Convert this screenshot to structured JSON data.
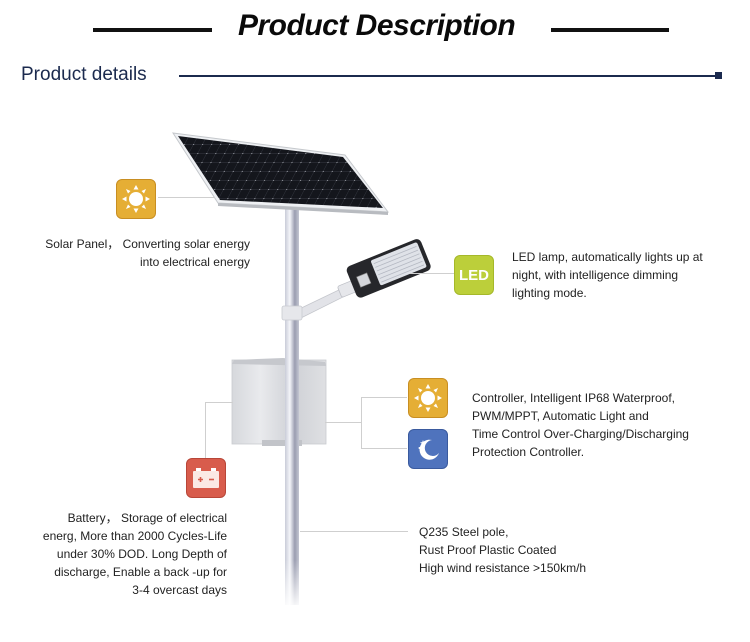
{
  "header": {
    "title": "Product Description",
    "section_title": "Product details"
  },
  "colors": {
    "navy": "#1b2a4e",
    "sun_tile": "#e5ae35",
    "moon_tile": "#4f73bd",
    "led_tile": "#bccf3a",
    "battery_tile": "#d85c4c"
  },
  "callouts": {
    "solar_panel": {
      "icon": "sun-icon",
      "lines": [
        "Solar Panel， Converting solar energy",
        "into electrical energy"
      ]
    },
    "led_lamp": {
      "icon": "led-icon",
      "icon_label": "LED",
      "lines": [
        "LED lamp, automatically lights up at",
        "night, with intelligence dimming",
        "lighting mode."
      ]
    },
    "controller": {
      "icons": [
        "sun-icon",
        "moon-icon"
      ],
      "lines": [
        "Controller, Intelligent IP68 Waterproof,",
        "PWM/MPPT, Automatic Light and",
        "Time Control Over-Charging/Discharging",
        "Protection Controller."
      ]
    },
    "battery": {
      "icon": "battery-icon",
      "icon_label": "+ −",
      "lines": [
        "Battery， Storage of electrical",
        "energ, More than 2000 Cycles-Life",
        "under 30% DOD. Long Depth of",
        "discharge, Enable a back -up for",
        "3-4 overcast days"
      ]
    },
    "pole": {
      "lines": [
        "Q235 Steel pole,",
        "Rust Proof Plastic Coated",
        "High wind resistance >150km/h"
      ]
    }
  }
}
